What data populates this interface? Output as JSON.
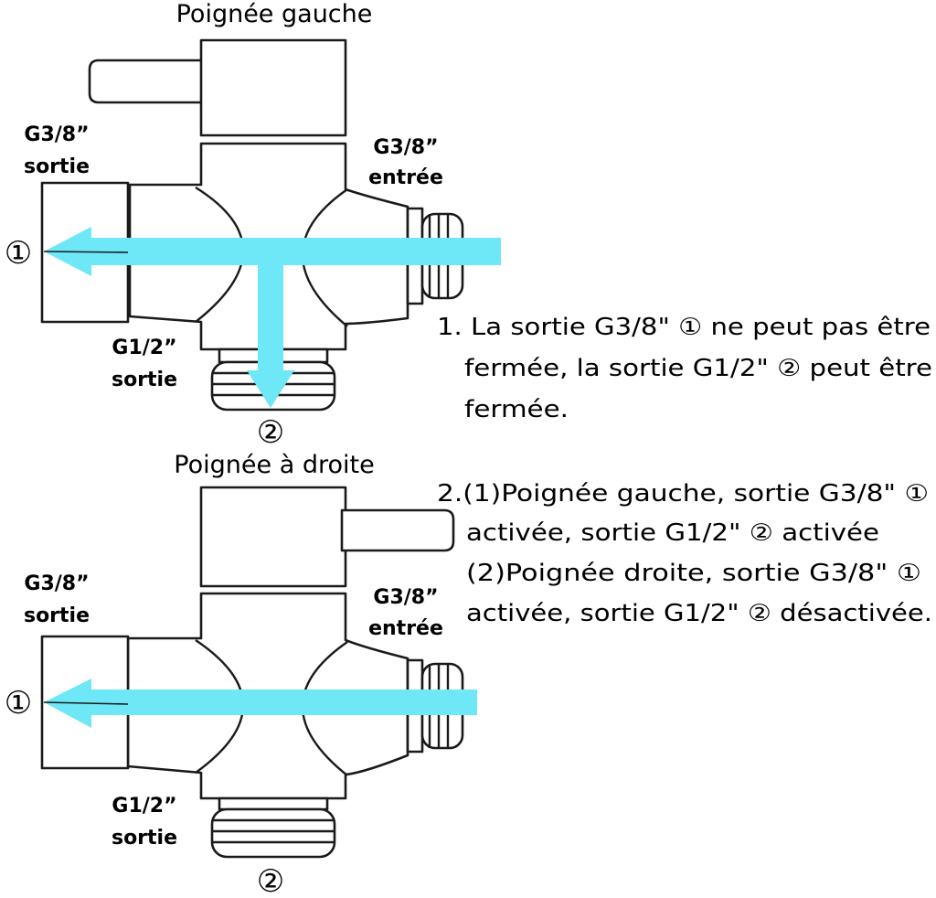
{
  "diagram_top": {
    "title": "Poignée gauche",
    "left_port": {
      "size": "G3/8”",
      "role": "sortie"
    },
    "right_port": {
      "size": "G3/8”",
      "role": "entrée"
    },
    "bottom_port": {
      "size": "G1/2”",
      "role": "sortie"
    },
    "marker_left": "①",
    "marker_bottom": "②"
  },
  "diagram_bottom": {
    "title": "Poignée à droite",
    "left_port": {
      "size": "G3/8”",
      "role": "sortie"
    },
    "right_port": {
      "size": "G3/8”",
      "role": "entrée"
    },
    "bottom_port": {
      "size": "G1/2”",
      "role": "sortie"
    },
    "marker_left": "①",
    "marker_bottom": "②"
  },
  "notes": {
    "note1": [
      "1. La sortie G3/8\" ① ne peut pas être",
      "fermée, la sortie G1/2\" ② peut être",
      "fermée."
    ],
    "note2": [
      "2.(1)Poignée gauche, sortie G3/8\" ①",
      "activée, sortie G1/2\" ② activée",
      "(2)Poignée droite, sortie G3/8\" ①",
      "activée, sortie G1/2\" ② désactivée."
    ]
  },
  "colors": {
    "flow_arrow": "#6ee7f7",
    "outline": "#1a1a1a",
    "background": "#ffffff"
  }
}
